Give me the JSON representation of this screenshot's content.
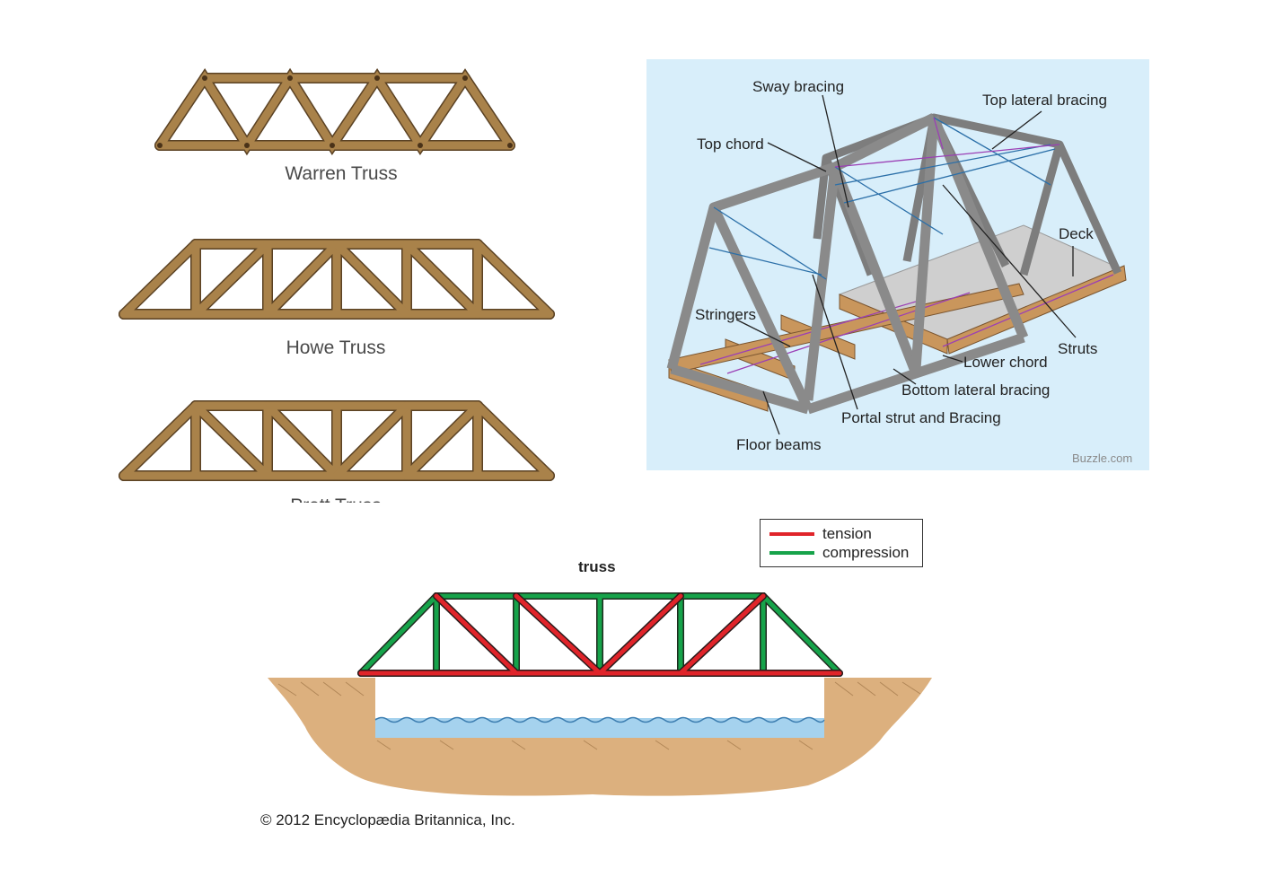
{
  "truss_types": {
    "captions": [
      "Warren Truss",
      "Howe Truss",
      "Pratt Truss"
    ],
    "member_color": "#a9824a",
    "member_edge": "#5b4224"
  },
  "bridge_anatomy": {
    "labels": {
      "sway_bracing": "Sway bracing",
      "top_lateral_bracing": "Top lateral bracing",
      "top_chord": "Top chord",
      "deck": "Deck",
      "stringers": "Stringers",
      "struts": "Struts",
      "lower_chord": "Lower chord",
      "bottom_lateral_bracing": "Bottom lateral bracing",
      "portal_strut": "Portal strut and Bracing",
      "floor_beams": "Floor beams"
    },
    "watermark": "Buzzle.com",
    "background_color": "#d8eefa"
  },
  "britannica": {
    "title": "truss",
    "legend": {
      "tension": "tension",
      "compression": "compression"
    },
    "tension_color": "#e0242a",
    "compression_color": "#16a34a",
    "credit": "© 2012 Encyclopædia Britannica, Inc."
  }
}
